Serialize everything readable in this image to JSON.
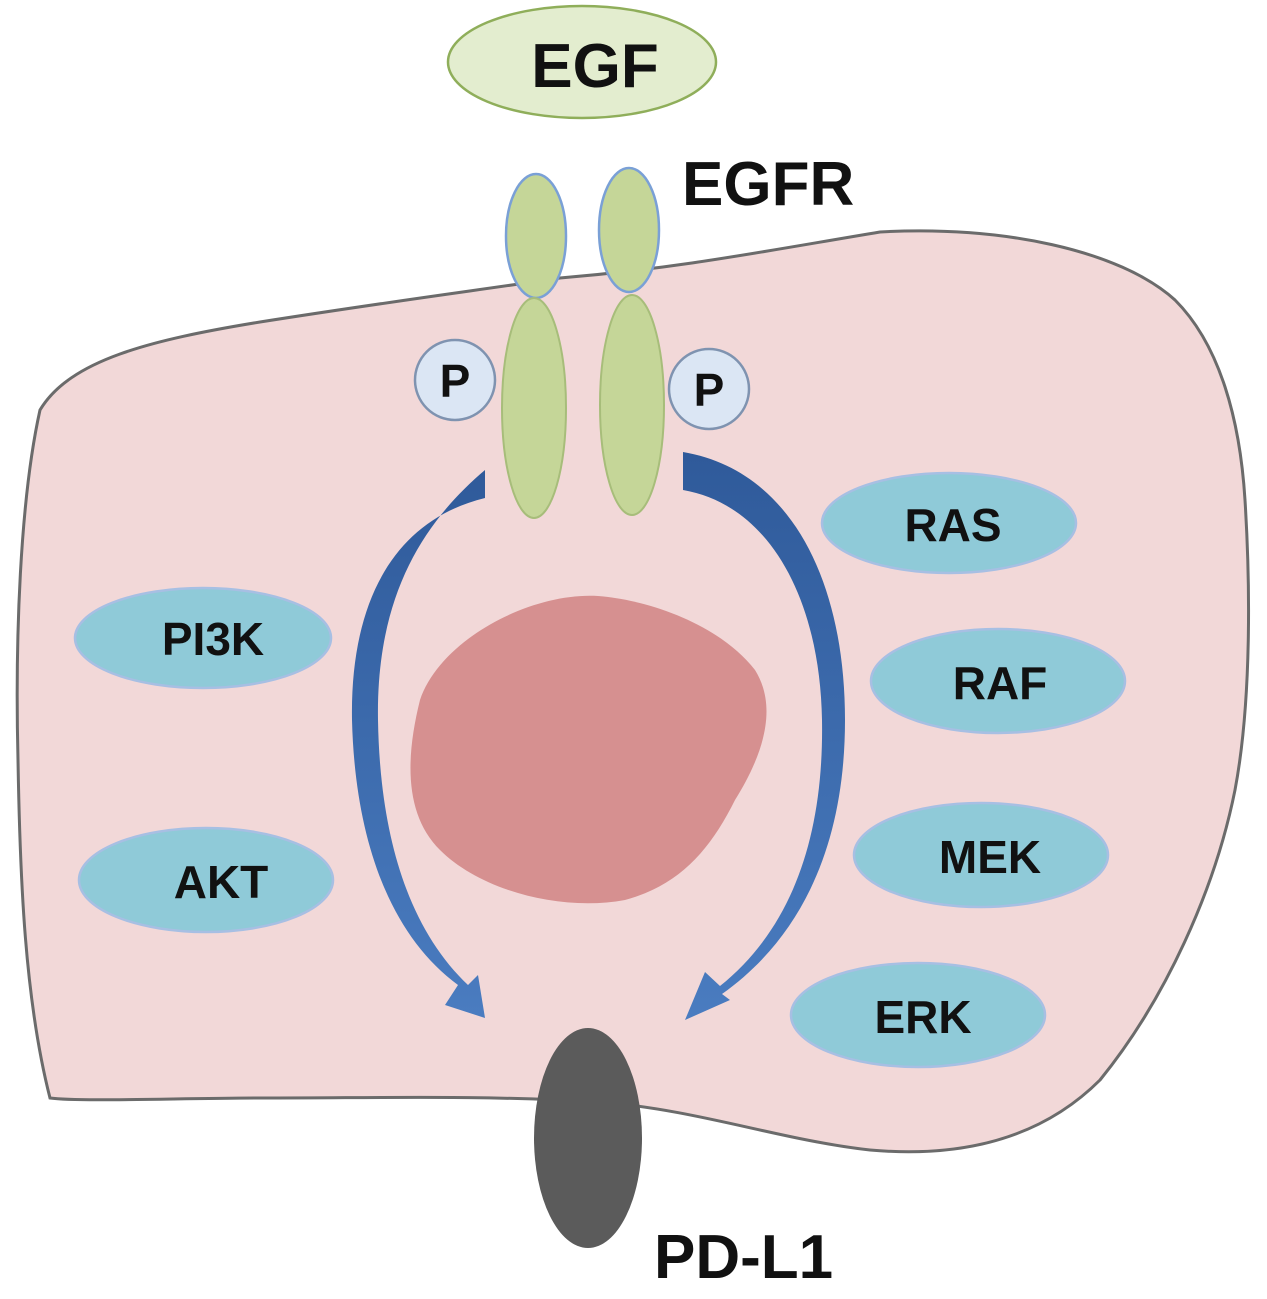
{
  "ligand": {
    "label": "EGF",
    "fill": "#e3edcf",
    "stroke": "#8fae5a"
  },
  "receptor": {
    "label": "EGFR",
    "fill": "#c5d698",
    "stroke": "#7aa0d6"
  },
  "phospho": {
    "label": "P",
    "fill": "#dbe6f4",
    "stroke": "#7f93b0"
  },
  "cell": {
    "fill": "#f2d8d8",
    "stroke": "#6b6b6b",
    "nucleus_fill": "#d69090"
  },
  "left_pathway": {
    "arrow_color": "#3a64a8",
    "nodes": [
      {
        "label": "PI3K"
      },
      {
        "label": "AKT"
      }
    ]
  },
  "right_pathway": {
    "arrow_color": "#3a64a8",
    "nodes": [
      {
        "label": "RAS"
      },
      {
        "label": "RAF"
      },
      {
        "label": "MEK"
      },
      {
        "label": "ERK"
      }
    ]
  },
  "node_colors": {
    "fill": "#8fcad8",
    "stroke": "#a7bfe3"
  },
  "target": {
    "label": "PD-L1",
    "fill": "#5b5b5b"
  }
}
